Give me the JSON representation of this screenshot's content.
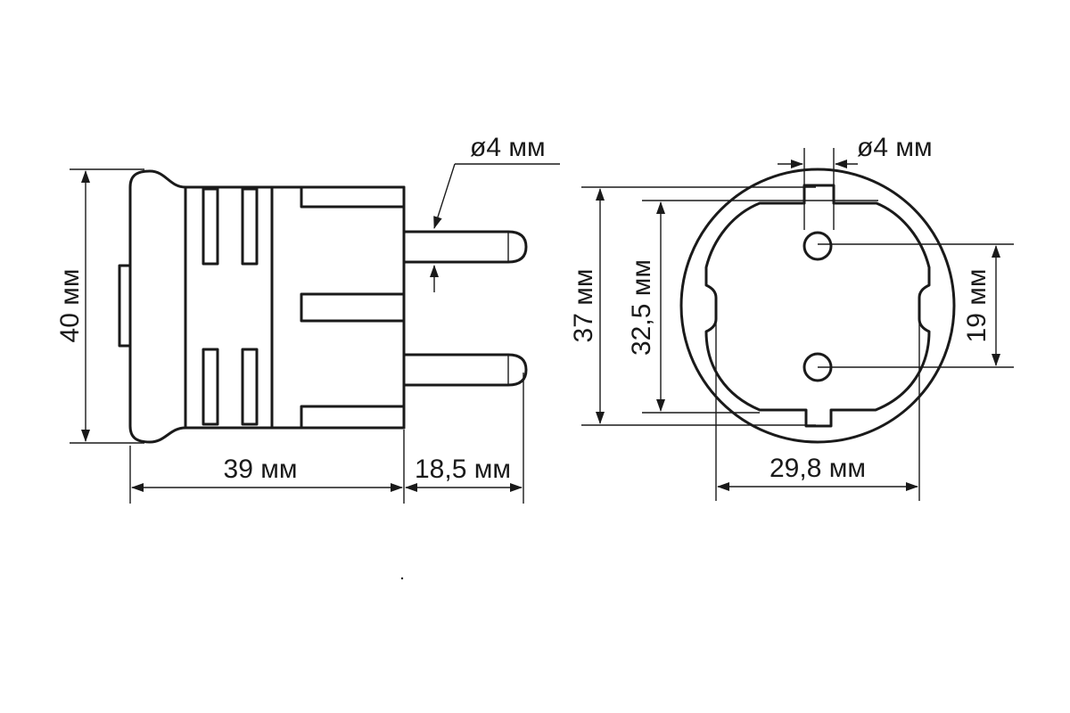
{
  "side_view": {
    "height_label": "40 мм",
    "body_length_label": "39 мм",
    "pin_length_label": "18,5 мм",
    "pin_diameter_label": "ø4 мм"
  },
  "front_view": {
    "outer_diameter_label": "37 мм",
    "inner_height_label": "32,5 мм",
    "pin_spacing_label": "19 мм",
    "inner_width_label": "29,8 мм",
    "pin_diameter_label": "ø4 мм"
  }
}
